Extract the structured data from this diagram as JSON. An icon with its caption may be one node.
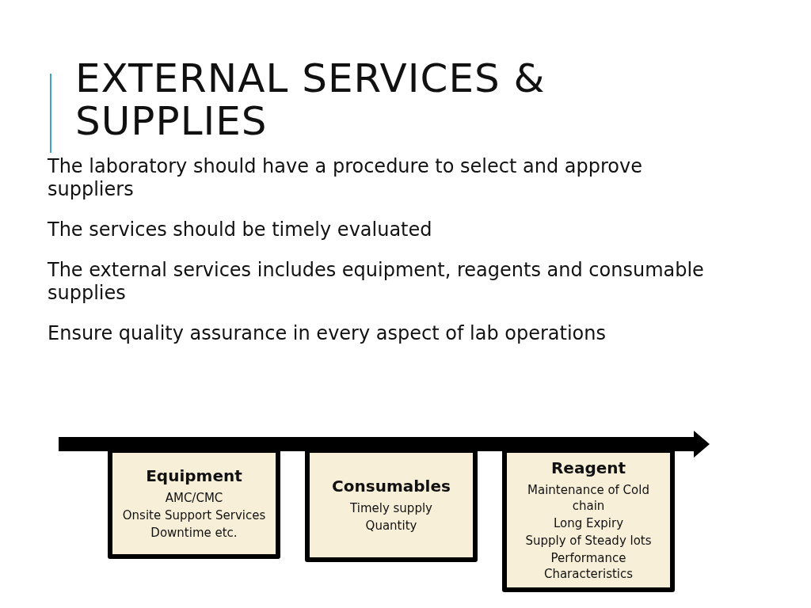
{
  "diagram": {
    "title": "EXTERNAL SERVICES & SUPPLIES",
    "nodes": [
      {
        "text": [
          "Equipment",
          "AMC/CMC",
          "Onsite Support Services",
          "Downtime etc."
        ]
      },
      {
        "text": [
          "Consumables",
          "Timely supply",
          "Quantity"
        ]
      },
      {
        "text": [
          "Reagent",
          "Maintenance of Cold chain",
          "Long Expiry",
          "Supply of Steady lots",
          "Performance Characteristics"
        ]
      }
    ],
    "labels": [
      "The laboratory should have a procedure to select and approve suppliers",
      "The services should be timely evaluated",
      "The external services includes equipment, reagents and consumable supplies",
      "Ensure quality assurance in every aspect of lab operations"
    ]
  }
}
